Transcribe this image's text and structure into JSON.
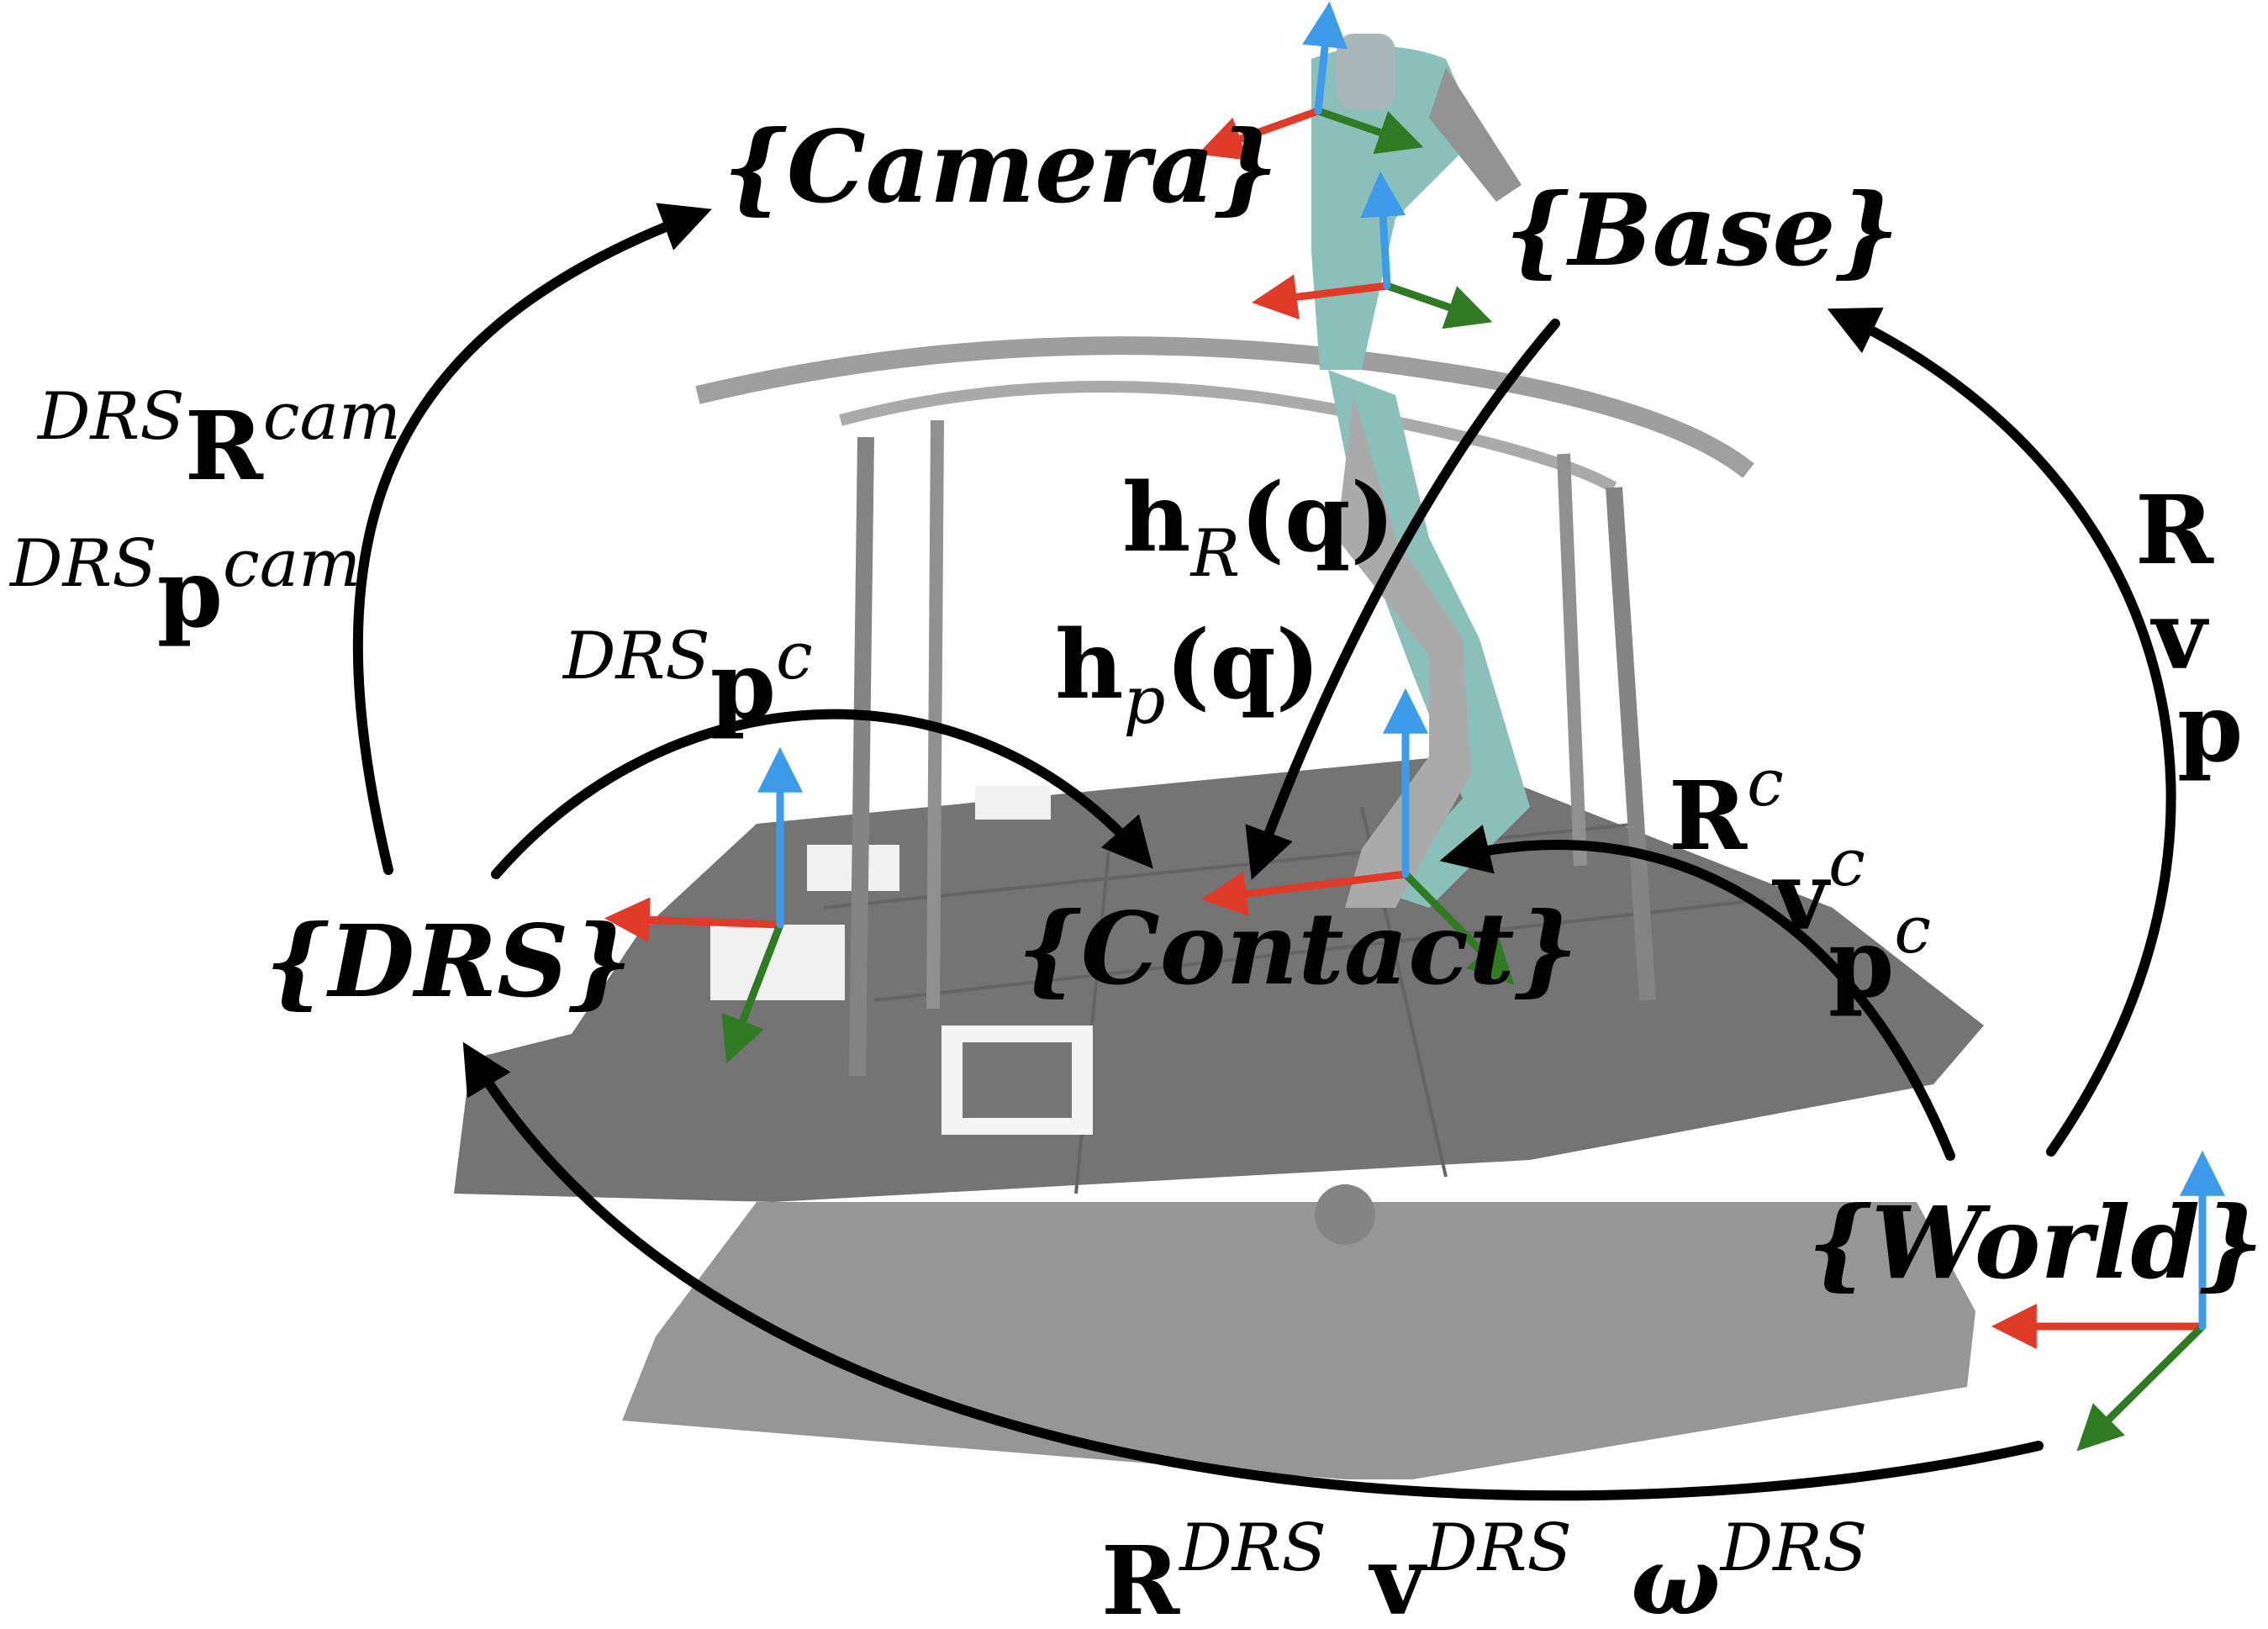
{
  "frames": {
    "camera": "{Camera}",
    "base": "{Base}",
    "drs": "{DRS}",
    "contact": "{Contact}",
    "world": "{World}"
  },
  "labels": {
    "drs_to_camera": {
      "rot_pre": "DRS",
      "rot_sym": "R",
      "rot_sup": "cam",
      "pos_pre": "DRS",
      "pos_sym": "p",
      "pos_sup": "cam"
    },
    "drs_to_contact": {
      "pre": "DRS",
      "sym": "p",
      "sup": "c"
    },
    "base_to_contact": {
      "hR_sym": "h",
      "hR_sub": "R",
      "hR_arg": "(q)",
      "hp_sym": "h",
      "hp_sub": "p",
      "hp_arg": "(q)"
    },
    "world_to_base": {
      "r": "R",
      "v": "v",
      "p": "p"
    },
    "world_to_contact": {
      "r": "R",
      "r_sup": "c",
      "v": "v",
      "v_sup": "c",
      "p": "p",
      "p_sup": "c"
    },
    "world_to_drs": {
      "r": "R",
      "r_sup": "DRS",
      "v": "v",
      "v_sup": "DRS",
      "w": "ω",
      "w_sup": "DRS"
    }
  },
  "colors": {
    "axis_x": "#e03a28",
    "axis_y": "#2f7a22",
    "axis_z": "#3d9be9",
    "arrow": "#000000"
  }
}
